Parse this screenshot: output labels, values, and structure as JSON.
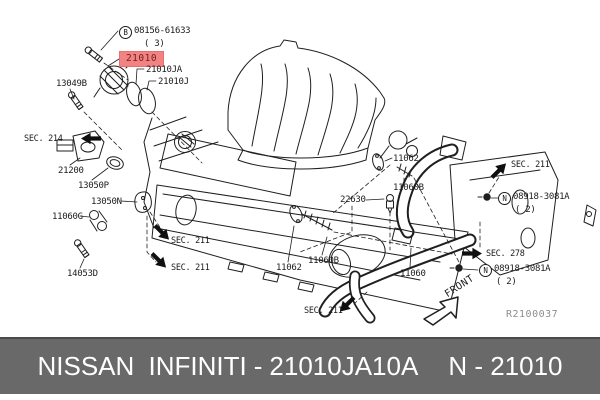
{
  "page": {
    "background": "#ffffff",
    "line_color": "#1f1f1f"
  },
  "highlight": {
    "fill": "#f28383",
    "text_color": "#6e1d1d"
  },
  "labels": [
    {
      "id": "bolt-08156",
      "prefix": "B",
      "text": "08156-61633",
      "qty": "( 3)"
    },
    {
      "id": "water-pump-21010",
      "text": "21010",
      "highlighted": true
    },
    {
      "id": "oring-21010ja",
      "text": "21010JA"
    },
    {
      "id": "oring-21010j",
      "text": "21010J"
    },
    {
      "id": "bolt-13049b",
      "text": "13049B"
    },
    {
      "id": "thermostat-21200",
      "text": "21200"
    },
    {
      "id": "gasket-13050p",
      "text": "13050P"
    },
    {
      "id": "gasket-13050n",
      "text": "13050N"
    },
    {
      "id": "connector-11060g",
      "text": "11060G"
    },
    {
      "id": "bolt-14053d",
      "text": "14053D"
    },
    {
      "id": "gasket-11062-low",
      "text": "11062"
    },
    {
      "id": "stud-11060b-low",
      "text": "11060B"
    },
    {
      "id": "pipe-11060",
      "text": "11060"
    },
    {
      "id": "sensor-22630",
      "text": "22630"
    },
    {
      "id": "gasket-11062-top",
      "text": "11062"
    },
    {
      "id": "stud-11060b-top",
      "text": "11060B"
    },
    {
      "id": "nut-08918-top",
      "prefix": "N",
      "text": "08918-3081A",
      "qty": "( 2)"
    },
    {
      "id": "nut-08918-low",
      "prefix": "N",
      "text": "08918-3081A",
      "qty": "( 2)"
    }
  ],
  "sec_refs": [
    {
      "text": "SEC. 214",
      "direction": "left"
    },
    {
      "text": "SEC. 211",
      "direction": "se"
    },
    {
      "text": "SEC. 211",
      "direction": "se"
    },
    {
      "text": "SEC. 211",
      "direction": "sw"
    },
    {
      "text": "SEC. 211",
      "direction": "ne"
    },
    {
      "text": "SEC. 278",
      "direction": "right"
    }
  ],
  "front_arrow": {
    "label": "FRONT"
  },
  "watermark": {
    "text": "R2100037"
  },
  "banner": {
    "background": "#696969",
    "text_color": "#ffffff",
    "brand": "NISSAN INFINITI",
    "separator": "-",
    "part_number": "21010JA10A",
    "catalog_ref": "N - 21010"
  }
}
